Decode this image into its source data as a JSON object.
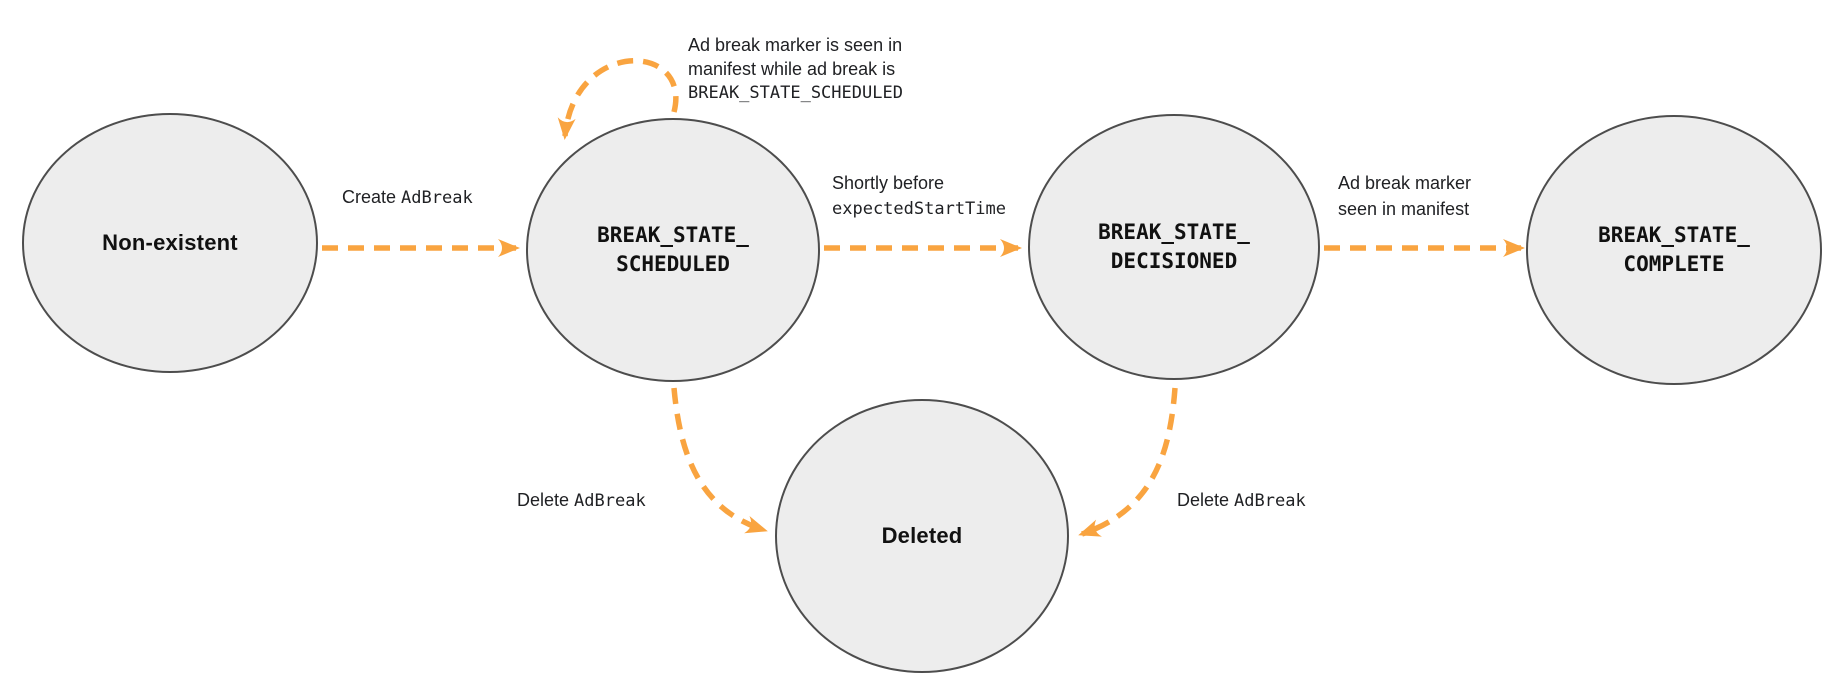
{
  "diagram": {
    "colors": {
      "arrow": "#F9A440",
      "node_fill": "#EDEDED",
      "node_stroke": "#4D4D4D",
      "text": "#202124"
    },
    "nodes": {
      "nonexistent": {
        "label": "Non-existent"
      },
      "scheduled": {
        "line1": "BREAK_STATE_",
        "line2": "SCHEDULED"
      },
      "decisioned": {
        "line1": "BREAK_STATE_",
        "line2": "DECISIONED"
      },
      "complete": {
        "line1": "BREAK_STATE_",
        "line2": "COMPLETE"
      },
      "deleted": {
        "label": "Deleted"
      }
    },
    "edge_labels": {
      "create": {
        "plain": "Create ",
        "code": "AdBreak"
      },
      "self_loop": {
        "line1": "Ad break marker is seen in",
        "line2": "manifest while ad break is",
        "code": "BREAK_STATE_SCHEDULED"
      },
      "shortly": {
        "plain": "Shortly before",
        "code": "expectedStartTime"
      },
      "marker_seen": {
        "line1": "Ad break marker",
        "line2": "seen in manifest"
      },
      "delete_left": {
        "plain": "Delete ",
        "code": "AdBreak"
      },
      "delete_right": {
        "plain": "Delete ",
        "code": "AdBreak"
      }
    }
  }
}
